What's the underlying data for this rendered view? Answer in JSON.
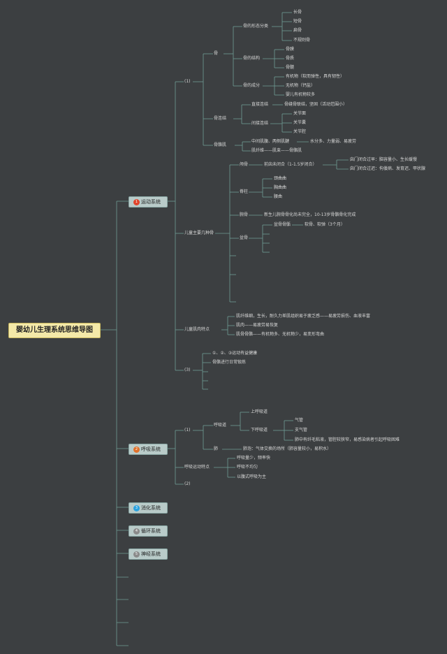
{
  "root": {
    "label": "婴幼儿生理系统思维导图"
  },
  "systems": [
    {
      "label": "运动系统",
      "num": "1",
      "color": "#e0442b"
    },
    {
      "label": "呼吸系统",
      "num": "2",
      "color": "#e0712b"
    },
    {
      "label": "消化系统",
      "num": "3",
      "color": "#2ba3e0"
    },
    {
      "label": "循环系统",
      "num": "4",
      "color": "#8a8a8a"
    },
    {
      "label": "神经系统",
      "num": "5",
      "color": "#8a8a8a"
    }
  ],
  "motor": {
    "l2_1": "(1)",
    "gu": "骨",
    "gu_shape": "骨的形态分类",
    "shapes": [
      "长骨",
      "短骨",
      "扁骨",
      "不规则骨"
    ],
    "gu_struct": "骨的结构",
    "structs": [
      "骨膜",
      "骨质",
      "骨髓"
    ],
    "gu_comp": "骨的成分",
    "comps": [
      "有机物（软而弹性，具有韧性）",
      "无机物（钙盐）",
      "婴儿有机物较多"
    ],
    "joint": "骨连结",
    "joint_fixed": "直接连结",
    "joint_fixed_desc": "骨缝骨联结，坚固（活动范围小）",
    "joint_free": "间接连结",
    "joint_parts": [
      "关节面",
      "关节囊",
      "关节腔"
    ],
    "muscle": "骨骼肌",
    "muscle_1": "中间肌腹、两侧肌腱",
    "muscle_1_desc": "水分多、力量弱、易疲劳",
    "muscle_2": "肌纤维——肌束——骨骼肌",
    "child_feat": "儿童主要几种骨",
    "skull": "颅骨",
    "skull_desc": "前囟未闭合（1-1.5岁闭合）",
    "skull_sub": [
      "囟门闭合过早：脑容量小、生长缓慢",
      "囟门闭合过迟：佝偻病、发育迟、甲状腺"
    ],
    "spine": "脊柱",
    "spine_parts": [
      "颈曲曲",
      "胸曲曲",
      "腰曲"
    ],
    "carpal": "腕骨",
    "carpal_desc": "新生儿腕骨骨化尚未完全，10-13岁骨骼骨化完成",
    "pelvis": "盆骨",
    "pelvis_sub": "盆骨骨骺",
    "pelvis_desc": "软骨、软弹（3个月）",
    "child_muscle": "儿童肌肉特点",
    "cm_1": "肌纤维细，生长，耐久力差肌组织易于疲乏感——易疲劳损伤、血液丰富",
    "cm_2": "肌肉——易疲劳易恢复",
    "cm_3": "肌骨骨骼——有机物多、无机物少，易变形弯曲",
    "l2_3": "(3)",
    "care_1": "①、②、③运动有益健康",
    "care_2": "骨骼进行日常锻炼"
  },
  "resp": {
    "l2_1": "(1)",
    "tract": "呼吸道",
    "upper": "上呼吸道",
    "lower": "下呼吸道",
    "lower_parts": [
      "气管",
      "支气管",
      "肺中有纤毛粘液，管腔较狭窄，易感染病者引起呼吸困难"
    ],
    "lung": "肺",
    "lung_desc": "肺泡：气体交换的场所（肺容量较小，易积水）",
    "feat": "呼吸运动特点",
    "feat_items": [
      "呼吸量少，频率快",
      "呼吸不均匀",
      "以腹式呼吸为主"
    ],
    "l2_2": "(2)"
  }
}
